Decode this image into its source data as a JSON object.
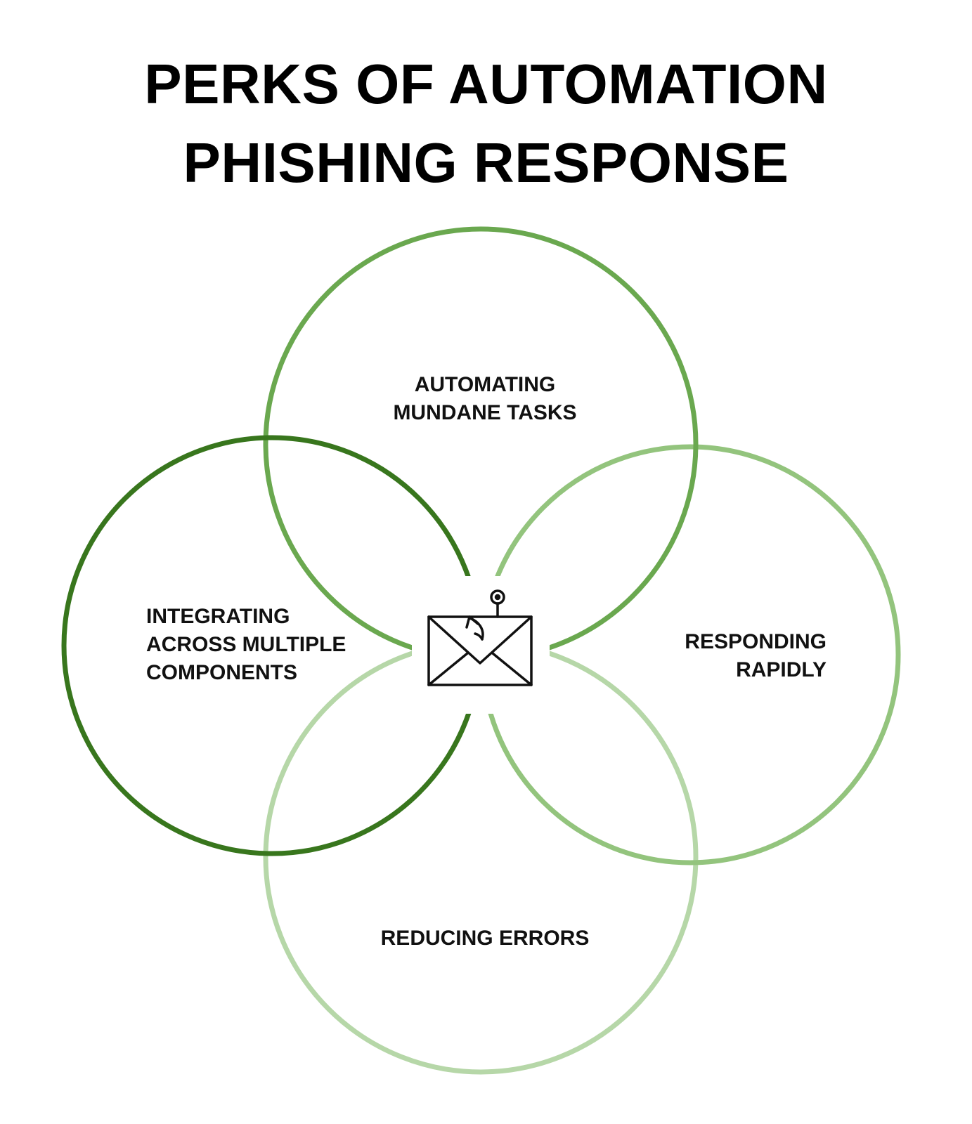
{
  "title": {
    "line1": "PERKS OF AUTOMATION",
    "line2": "PHISHING RESPONSE"
  },
  "circles": {
    "top": {
      "lines": [
        "AUTOMATING",
        "MUNDANE TASKS"
      ],
      "color": "#6aa84f"
    },
    "left": {
      "lines": [
        "INTEGRATING",
        "ACROSS MULTIPLE",
        "COMPONENTS"
      ],
      "color": "#38761d"
    },
    "right": {
      "lines": [
        "RESPONDING",
        "RAPIDLY"
      ],
      "color": "#93c47d"
    },
    "bottom": {
      "lines": [
        "REDUCING ERRORS"
      ],
      "color": "#b6d7a8"
    }
  },
  "center_icon": "phishing-email-icon"
}
